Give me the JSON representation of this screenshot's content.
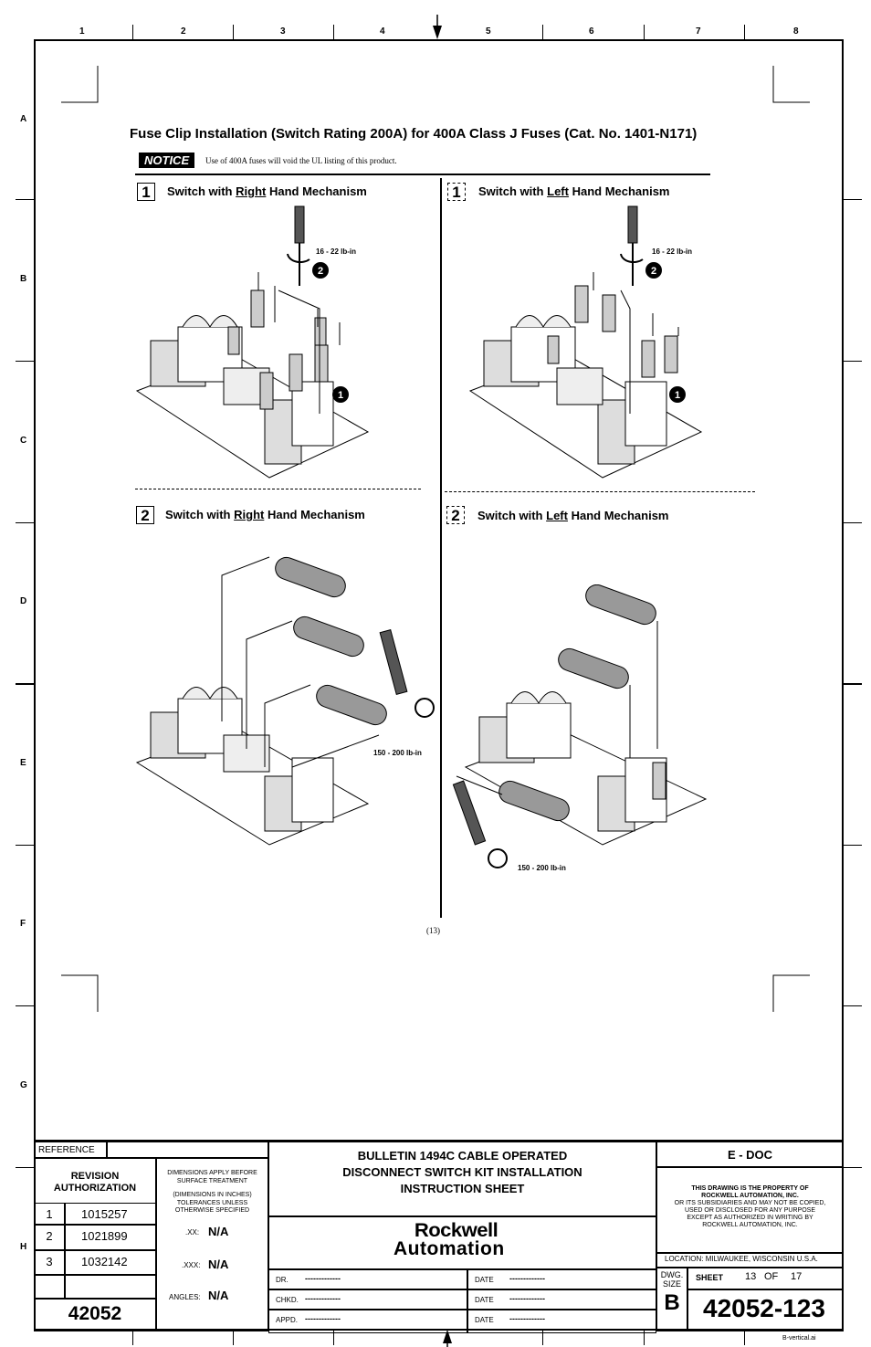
{
  "grid": {
    "columns": [
      "1",
      "2",
      "3",
      "4",
      "5",
      "6",
      "7",
      "8"
    ],
    "rows": [
      "A",
      "B",
      "C",
      "D",
      "E",
      "F",
      "G",
      "H"
    ]
  },
  "title": "Fuse Clip Installation (Switch Rating 200A) for 400A Class J Fuses (Cat. No. 1401-N171)",
  "notice": {
    "label": "NOTICE",
    "text": "Use of 400A fuses will void the UL listing of this product."
  },
  "panels": [
    {
      "step": "1",
      "prefix": "Switch with ",
      "hand": "Right",
      "suffix": " Hand Mechanism",
      "torque": "16 - 22 lb-in"
    },
    {
      "step": "1",
      "prefix": "Switch with ",
      "hand": "Left",
      "suffix": " Hand Mechanism",
      "torque": "16 - 22 lb-in"
    },
    {
      "step": "2",
      "prefix": "Switch with ",
      "hand": "Right",
      "suffix": " Hand Mechanism",
      "torque": "150 - 200 lb-in"
    },
    {
      "step": "2",
      "prefix": "Switch with ",
      "hand": "Left",
      "suffix": " Hand Mechanism",
      "torque": "150 - 200 lb-in"
    }
  ],
  "callouts": [
    "1",
    "2"
  ],
  "page_number": "(13)",
  "title_block": {
    "reference": "REFERENCE",
    "revision_header": "REVISION AUTHORIZATION",
    "revisions": [
      {
        "num": "1",
        "code": "1015257"
      },
      {
        "num": "2",
        "code": "1021899"
      },
      {
        "num": "3",
        "code": "1032142"
      }
    ],
    "drawing_number_short": "42052",
    "dim_note_1": "DIMENSIONS APPLY BEFORE",
    "dim_note_2": "SURFACE TREATMENT",
    "dim_note_3": "(DIMENSIONS IN INCHES)",
    "dim_note_4": "TOLERANCES UNLESS",
    "dim_note_5": "OTHERWISE SPECIFIED",
    "tol_xx_label": ".XX:",
    "tol_xx_value": "N/A",
    "tol_xxx_label": ".XXX:",
    "tol_xxx_value": "N/A",
    "tol_angles_label": "ANGLES:",
    "tol_angles_value": "N/A",
    "doc_title_1": "BULLETIN 1494C CABLE OPERATED",
    "doc_title_2": "DISCONNECT SWITCH KIT INSTALLATION",
    "doc_title_3": "INSTRUCTION SHEET",
    "brand_1": "Rockwell",
    "brand_2": "Automation",
    "dr_label": "DR.",
    "chkd_label": "CHKD.",
    "appd_label": "APPD.",
    "date_label": "DATE",
    "blank": "-------------",
    "edoc": "E - DOC",
    "property_1": "THIS DRAWING IS THE PROPERTY OF",
    "property_2": "ROCKWELL AUTOMATION, INC.",
    "property_3": "OR ITS SUBSIDIARIES AND MAY NOT BE COPIED,",
    "property_4": "USED OR DISCLOSED FOR ANY PURPOSE",
    "property_5": "EXCEPT AS AUTHORIZED IN WRITING BY",
    "property_6": "ROCKWELL AUTOMATION, INC.",
    "location": "LOCATION:  MILWAUKEE,  WISCONSIN  U.S.A.",
    "dwg_size_label_1": "DWG.",
    "dwg_size_label_2": "SIZE",
    "dwg_size": "B",
    "sheet_label": "SHEET",
    "sheet_num": "13",
    "sheet_of": "OF",
    "sheet_total": "17",
    "drawing_number": "42052-123"
  },
  "file_name": "B-vertical.ai"
}
